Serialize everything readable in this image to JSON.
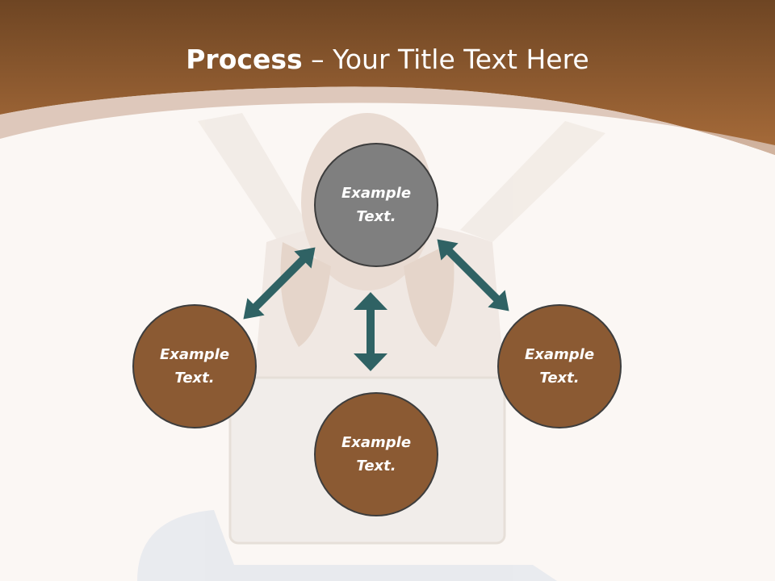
{
  "title": {
    "bold": "Process",
    "rest": " – Your Title Text Here"
  },
  "nodes": [
    {
      "line1": "Example",
      "line2": "Text."
    },
    {
      "line1": "Example",
      "line2": "Text."
    },
    {
      "line1": "Example",
      "line2": "Text."
    },
    {
      "line1": "Example",
      "line2": "Text."
    }
  ],
  "colors": {
    "header_dark": "#6e4523",
    "header_light": "#a86c3a",
    "node_brown": "#8b5a33",
    "node_gray": "#7f7f7f",
    "arrow": "#2f6264"
  }
}
